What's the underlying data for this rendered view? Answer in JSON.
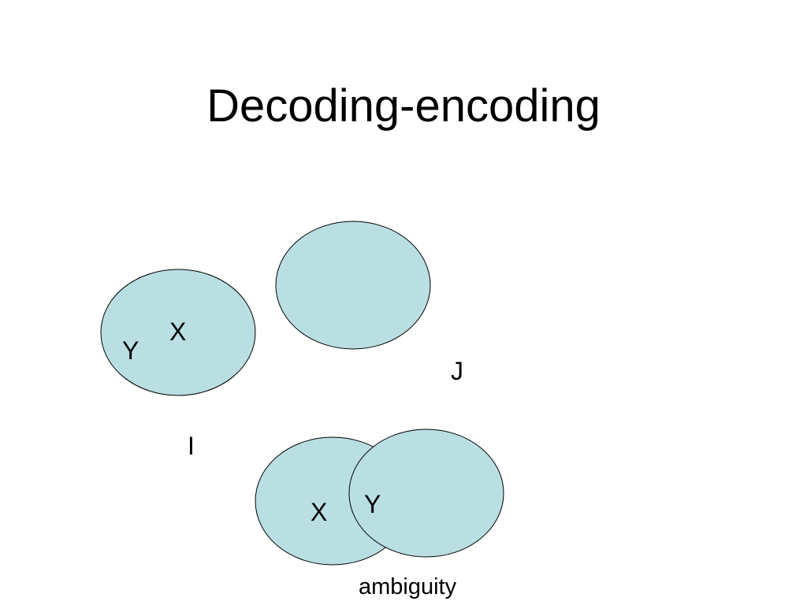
{
  "slide": {
    "title": "Decoding-encoding"
  },
  "diagram": {
    "ellipse_fill": "#b9dfe3",
    "ellipse_stroke": "#000000",
    "set_i": {
      "label": "I",
      "element_x": "X",
      "element_y": "Y"
    },
    "set_j": {
      "label": "J"
    },
    "ambiguity": {
      "element_x": "X",
      "element_y": "Y",
      "caption": "ambiguity"
    }
  }
}
